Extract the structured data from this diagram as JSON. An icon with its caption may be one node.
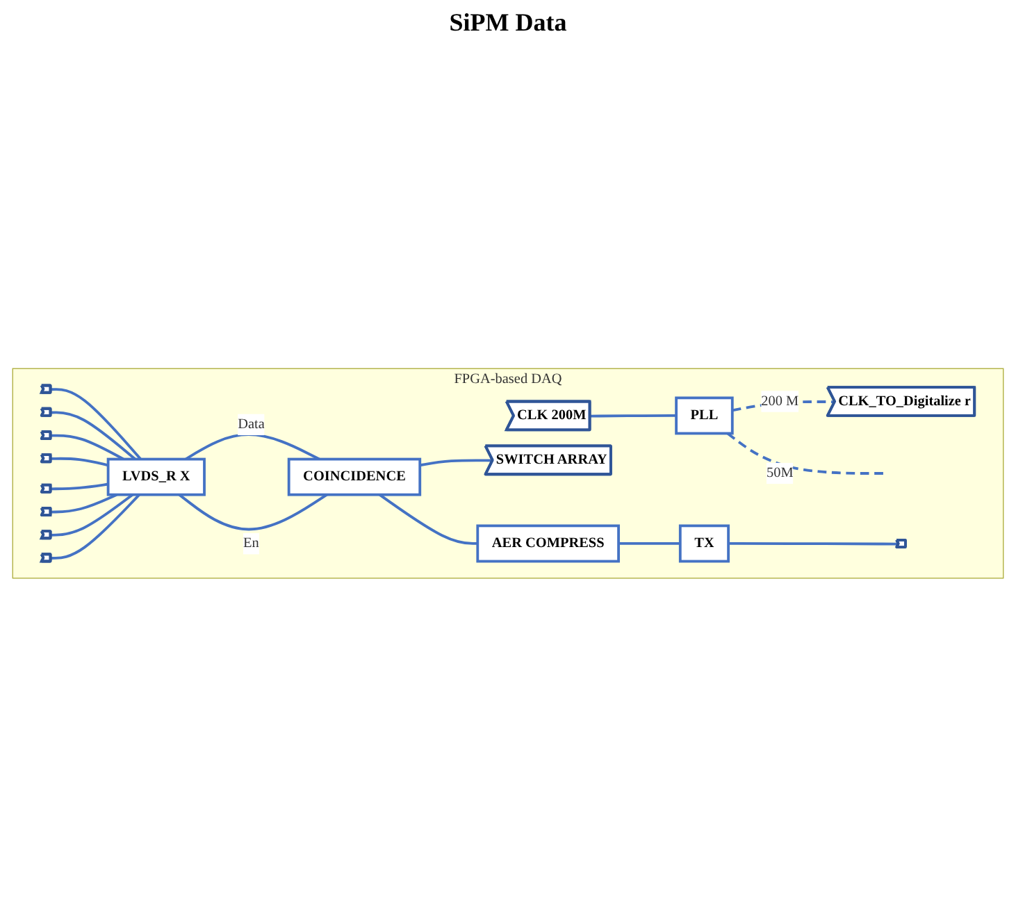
{
  "diagram": {
    "nodes": [
      {
        "text": [
          "FPGA-based DAQ"
        ]
      },
      {
        "text": [
          "CLK 200M"
        ],
        "in": 0
      },
      {
        "text": [
          "PLL"
        ],
        "in": 0
      },
      {
        "text": [
          "CLK_TO_Digitalize r"
        ],
        "in": 0
      },
      {
        "text": [],
        "shape": "pentagon",
        "in": 0
      },
      {
        "text": [],
        "shape": "pentagon",
        "in": 0
      },
      {
        "text": [],
        "shape": "pentagon",
        "in": 0
      },
      {
        "text": [],
        "shape": "pentagon",
        "in": 0
      },
      {
        "text": [],
        "shape": "pentagon",
        "in": 0
      },
      {
        "text": [],
        "shape": "pentagon",
        "in": 0
      },
      {
        "text": [],
        "shape": "pentagon",
        "in": 0
      },
      {
        "text": [],
        "shape": "pentagon",
        "in": 0
      },
      {
        "text": [
          "LVDS_R X"
        ],
        "in": 0
      },
      {
        "text": [
          "SWITCH ARRAY"
        ],
        "in": 0
      },
      {
        "text": [
          "COINCIDENCE"
        ],
        "in": 0
      },
      {
        "text": [
          "AER COMPRESS"
        ],
        "in": 0
      },
      {
        "text": [
          "TX"
        ],
        "in": 0
      },
      {
        "text": [],
        "shape": "pentagon",
        "in": 0
      }
    ],
    "edges": [
      {
        "from": 1,
        "to": 2,
        "arrow": "none"
      },
      {
        "from": 2,
        "to": 3,
        "arrow": "none",
        "label": "200 M",
        "style": "dashed"
      },
      {
        "from": 2,
        "to": null,
        "arrow": "none",
        "label": "50M",
        "style": "dashed"
      },
      {
        "from": 4,
        "to": 12,
        "arrow": "none"
      },
      {
        "from": 5,
        "to": 12,
        "arrow": "none"
      },
      {
        "from": 6,
        "to": 12,
        "arrow": "none"
      },
      {
        "from": 7,
        "to": 12,
        "arrow": "none"
      },
      {
        "from": 8,
        "to": 12,
        "arrow": "none"
      },
      {
        "from": 9,
        "to": 12,
        "arrow": "none"
      },
      {
        "from": 10,
        "to": 12,
        "arrow": "none"
      },
      {
        "from": 11,
        "to": 12,
        "arrow": "none"
      },
      {
        "from": 12,
        "to": 14,
        "arrow": "none",
        "label": "Data"
      },
      {
        "from": 12,
        "to": 14,
        "arrow": "none",
        "label": "En"
      },
      {
        "from": 14,
        "to": 13,
        "arrow": "none"
      },
      {
        "from": 14,
        "to": 15,
        "arrow": "none"
      },
      {
        "from": 15,
        "to": 16,
        "arrow": "none"
      },
      {
        "from": 16,
        "to": 17,
        "arrow": "none"
      }
    ],
    "labels": [
      "SiPM Data"
    ]
  }
}
